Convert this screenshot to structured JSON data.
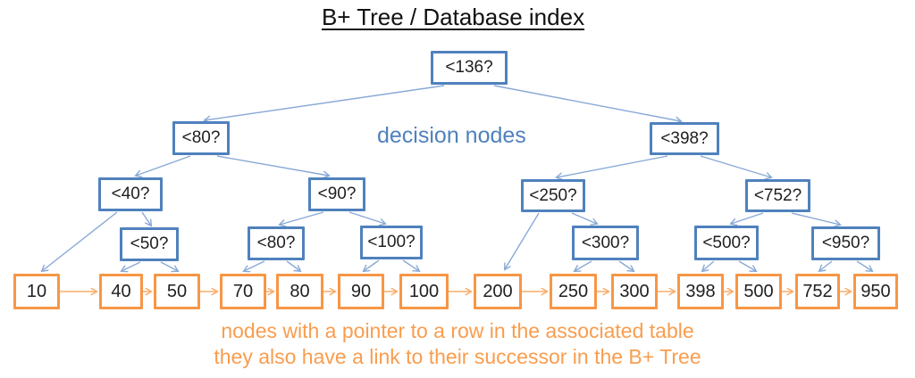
{
  "title": "B+ Tree / Database index",
  "annotations": {
    "decision_nodes_label": "decision nodes",
    "leaf_caption_line1": "nodes with a pointer to a row in the associated table",
    "leaf_caption_line2": "they also have a link to their successor in the B+ Tree"
  },
  "colors": {
    "background": "#ffffff",
    "title_text": "#111111",
    "decision_border": "#4f81bd",
    "decision_edge": "#89a9d6",
    "decision_text": "#4f81bd",
    "node_text": "#1f1f1f",
    "leaf_border": "#f79646",
    "leaf_edge": "#f9ad6b",
    "caption_text": "#f99d4e"
  },
  "tree": {
    "decision_nodes": [
      {
        "label": "<136?",
        "children": [
          "<80?",
          "<398?"
        ]
      },
      {
        "label": "<80?",
        "children": [
          "<40?",
          "<90?"
        ]
      },
      {
        "label": "<398?",
        "children": [
          "<250?",
          "<752?"
        ]
      },
      {
        "label": "<40?",
        "children": [
          "10",
          "<50?"
        ]
      },
      {
        "label": "<90?",
        "children": [
          "<80?",
          "<100?"
        ]
      },
      {
        "label": "<250?",
        "children": [
          "200",
          "<300?"
        ]
      },
      {
        "label": "<752?",
        "children": [
          "<500?",
          "<950?"
        ]
      },
      {
        "label": "<50?",
        "children": [
          "40",
          "50"
        ]
      },
      {
        "label": "<80?",
        "children": [
          "70",
          "80"
        ]
      },
      {
        "label": "<100?",
        "children": [
          "90",
          "100"
        ]
      },
      {
        "label": "<300?",
        "children": [
          "250",
          "300"
        ]
      },
      {
        "label": "<500?",
        "children": [
          "398",
          "500"
        ]
      },
      {
        "label": "<950?",
        "children": [
          "752",
          "950"
        ]
      }
    ],
    "leaf_nodes": [
      {
        "label": "10"
      },
      {
        "label": "40"
      },
      {
        "label": "50"
      },
      {
        "label": "70"
      },
      {
        "label": "80"
      },
      {
        "label": "90"
      },
      {
        "label": "100"
      },
      {
        "label": "200"
      },
      {
        "label": "250"
      },
      {
        "label": "300"
      },
      {
        "label": "398"
      },
      {
        "label": "500"
      },
      {
        "label": "752"
      },
      {
        "label": "950"
      }
    ],
    "leaf_chain_note": "each leaf node points to its successor leaf"
  }
}
